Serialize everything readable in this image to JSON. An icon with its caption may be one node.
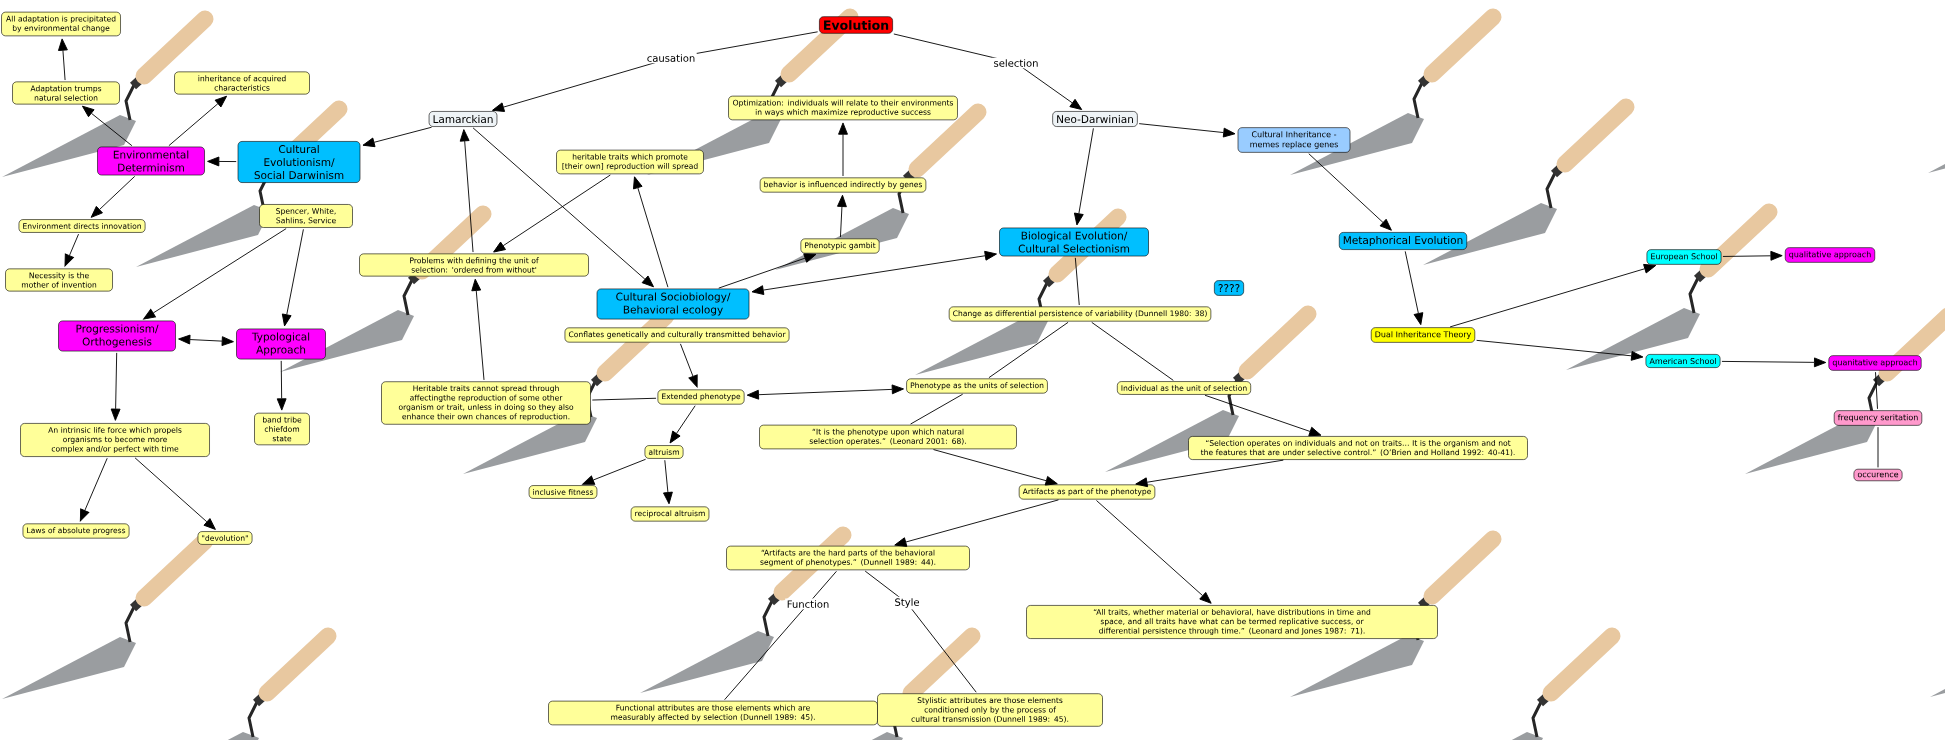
{
  "diagram": {
    "nodes": [
      {
        "text": [
          "Evolution"
        ]
      },
      {
        "text": [
          "Lamarckian"
        ]
      },
      {
        "text": [
          "Neo-Darwinian"
        ]
      },
      {
        "text": [
          "Cultural Evolutionism/ Social Darwinism"
        ]
      },
      {
        "text": [
          "Environmental Determinism"
        ]
      },
      {
        "text": [
          "Adaptation trumps natural selection"
        ]
      },
      {
        "text": [
          "All adaptation is precipitated by environmental change"
        ]
      },
      {
        "text": [
          "inheritance of acquired characteristics"
        ]
      },
      {
        "text": [
          "Environment directs innovation"
        ]
      },
      {
        "text": [
          "Necessity is the mother of invention"
        ]
      },
      {
        "text": [
          "Spencer, White, Sahlins, Service"
        ]
      },
      {
        "text": [
          "Progressionism/ Orthogenesis"
        ]
      },
      {
        "text": [
          "Typological Approach"
        ]
      },
      {
        "text": [
          "band tribe chiefdom state"
        ]
      },
      {
        "text": [
          "An intrinsic life force which propels organisms to become more complex and/or perfect with time"
        ]
      },
      {
        "text": [
          "Laws of absolute progress"
        ]
      },
      {
        "text": [
          "\"devolution\""
        ]
      },
      {
        "text": [
          "Problems with defining the unit of selection: 'ordered from without'"
        ]
      },
      {
        "text": [
          "Heritable traits cannot spread through affectingthe reproduction of some other organism or trait, unless in doing so they also enhance their own chances of reproduction."
        ]
      },
      {
        "text": [
          "heritable traits which promote [their own] reproduction will spread"
        ]
      },
      {
        "text": [
          "Optimization: individuals will relate to their environments in ways which maximize reproductive success"
        ]
      },
      {
        "text": [
          "behavior is influenced indirectly by genes"
        ]
      },
      {
        "text": [
          "Phenotypic gambit"
        ]
      },
      {
        "text": [
          "Cultural Sociobiology/ Behavioral ecology"
        ]
      },
      {
        "text": [
          "Conflates genetically and culturally transmitted behavior"
        ]
      },
      {
        "text": [
          "Extended phenotype"
        ]
      },
      {
        "text": [
          "altruism"
        ]
      },
      {
        "text": [
          "inclusive fitness"
        ]
      },
      {
        "text": [
          "reciprocal altruism"
        ]
      },
      {
        "text": [
          "Biological Evolution/ Cultural Selectionism"
        ]
      },
      {
        "text": [
          "????"
        ]
      },
      {
        "text": [
          "Change as differential persistence of variability (Dunnell 1980: 38)"
        ]
      },
      {
        "text": [
          "Phenotype as the units of selection"
        ]
      },
      {
        "text": [
          "Individual as the unit of selection"
        ]
      },
      {
        "text": [
          "“It is the phenotype upon which natural selection operates.” (Leonard 2001: 68)."
        ]
      },
      {
        "text": [
          "“Selection operates on individuals and not on traits… It is the organism and not the features that are under selective control.” (O’Brien and Holland 1992: 40-41)."
        ]
      },
      {
        "text": [
          "Artifacts as part of the phenotype"
        ]
      },
      {
        "text": [
          "“Artifacts are the hard parts of the behavioral segment of phenotypes.” (Dunnell 1989: 44)."
        ]
      },
      {
        "text": [
          "“All traits, whether material or behavioral, have distributions in time and space, and all traits have what can be termed replicative success, or differential persistence through time.” (Leonard and Jones 1987: 71)."
        ]
      },
      {
        "text": [
          "Functional attributes are those elements which are measurably affected by selection (Dunnell 1989: 45)."
        ]
      },
      {
        "text": [
          "Stylistic attributes are those elements conditioned only by the process of cultural transmission (Dunnell 1989: 45)."
        ]
      },
      {
        "text": [
          "Cultural Inheritance - memes replace genes"
        ]
      },
      {
        "text": [
          "Metaphorical Evolution"
        ]
      },
      {
        "text": [
          "Dual Inheritance Theory"
        ]
      },
      {
        "text": [
          "European School"
        ]
      },
      {
        "text": [
          "qualitative approach"
        ]
      },
      {
        "text": [
          "American School"
        ]
      },
      {
        "text": [
          "quanitative approach"
        ]
      },
      {
        "text": [
          "frequency seritation"
        ]
      },
      {
        "text": [
          "occurence"
        ]
      }
    ],
    "edges": [
      {
        "from": 0,
        "to": 1,
        "arrow": "to",
        "label": "causation"
      },
      {
        "from": 0,
        "to": 2,
        "arrow": "to",
        "label": "selection"
      },
      {
        "from": 1,
        "to": 3,
        "arrow": "to"
      },
      {
        "from": 3,
        "to": 4,
        "arrow": "to"
      },
      {
        "from": 4,
        "to": 5,
        "arrow": "to"
      },
      {
        "from": 5,
        "to": 6,
        "arrow": "to"
      },
      {
        "from": 4,
        "to": 7,
        "arrow": "to"
      },
      {
        "from": 4,
        "to": 8,
        "arrow": "to"
      },
      {
        "from": 8,
        "to": 9,
        "arrow": "to"
      },
      {
        "from": 10,
        "to": 11,
        "arrow": "to"
      },
      {
        "from": 10,
        "to": 12,
        "arrow": "to"
      },
      {
        "from": 11,
        "to": 12,
        "arrow": "both"
      },
      {
        "from": 11,
        "to": 14,
        "arrow": "to"
      },
      {
        "from": 12,
        "to": 13,
        "arrow": "to"
      },
      {
        "from": 14,
        "to": 15,
        "arrow": "to"
      },
      {
        "from": 14,
        "to": 16,
        "arrow": "to"
      },
      {
        "from": 17,
        "to": 1,
        "arrow": "to"
      },
      {
        "from": 1,
        "to": 23,
        "arrow": "to"
      },
      {
        "from": 18,
        "to": 17,
        "arrow": "to"
      },
      {
        "from": 19,
        "to": 17,
        "arrow": "to"
      },
      {
        "from": 23,
        "to": 19,
        "arrow": "to"
      },
      {
        "from": 23,
        "to": 22,
        "arrow": "to"
      },
      {
        "from": 22,
        "to": 21,
        "arrow": "to"
      },
      {
        "from": 21,
        "to": 20,
        "arrow": "to"
      },
      {
        "from": 29,
        "to": 23,
        "arrow": "both"
      },
      {
        "from": 2,
        "to": 29,
        "arrow": "to"
      },
      {
        "from": 2,
        "to": 41,
        "arrow": "to"
      },
      {
        "from": 24,
        "to": 25,
        "arrow": "to"
      },
      {
        "from": 25,
        "to": 18,
        "arrow": "none"
      },
      {
        "from": 25,
        "to": 26,
        "arrow": "to"
      },
      {
        "from": 26,
        "to": 27,
        "arrow": "to"
      },
      {
        "from": 26,
        "to": 28,
        "arrow": "to"
      },
      {
        "from": 25,
        "to": 32,
        "arrow": "both"
      },
      {
        "from": 29,
        "to": 31,
        "arrow": "none"
      },
      {
        "from": 31,
        "to": 32,
        "arrow": "none"
      },
      {
        "from": 31,
        "to": 33,
        "arrow": "none"
      },
      {
        "from": 32,
        "to": 34,
        "arrow": "none"
      },
      {
        "from": 34,
        "to": 36,
        "arrow": "to"
      },
      {
        "from": 33,
        "to": 35,
        "arrow": "to"
      },
      {
        "from": 35,
        "to": 36,
        "arrow": "to"
      },
      {
        "from": 36,
        "to": 37,
        "arrow": "to"
      },
      {
        "from": 36,
        "to": 38,
        "arrow": "to"
      },
      {
        "from": 37,
        "to": 39,
        "arrow": "none",
        "label": "Function"
      },
      {
        "from": 37,
        "to": 40,
        "arrow": "none",
        "label": "Style"
      },
      {
        "from": 41,
        "to": 42,
        "arrow": "to"
      },
      {
        "from": 42,
        "to": 43,
        "arrow": "to"
      },
      {
        "from": 43,
        "to": 44,
        "arrow": "to"
      },
      {
        "from": 43,
        "to": 46,
        "arrow": "to"
      },
      {
        "from": 44,
        "to": 45,
        "arrow": "to"
      },
      {
        "from": 46,
        "to": 47,
        "arrow": "to"
      },
      {
        "from": 47,
        "to": 48,
        "arrow": "none"
      },
      {
        "from": 48,
        "to": 49,
        "arrow": "none"
      }
    ]
  }
}
